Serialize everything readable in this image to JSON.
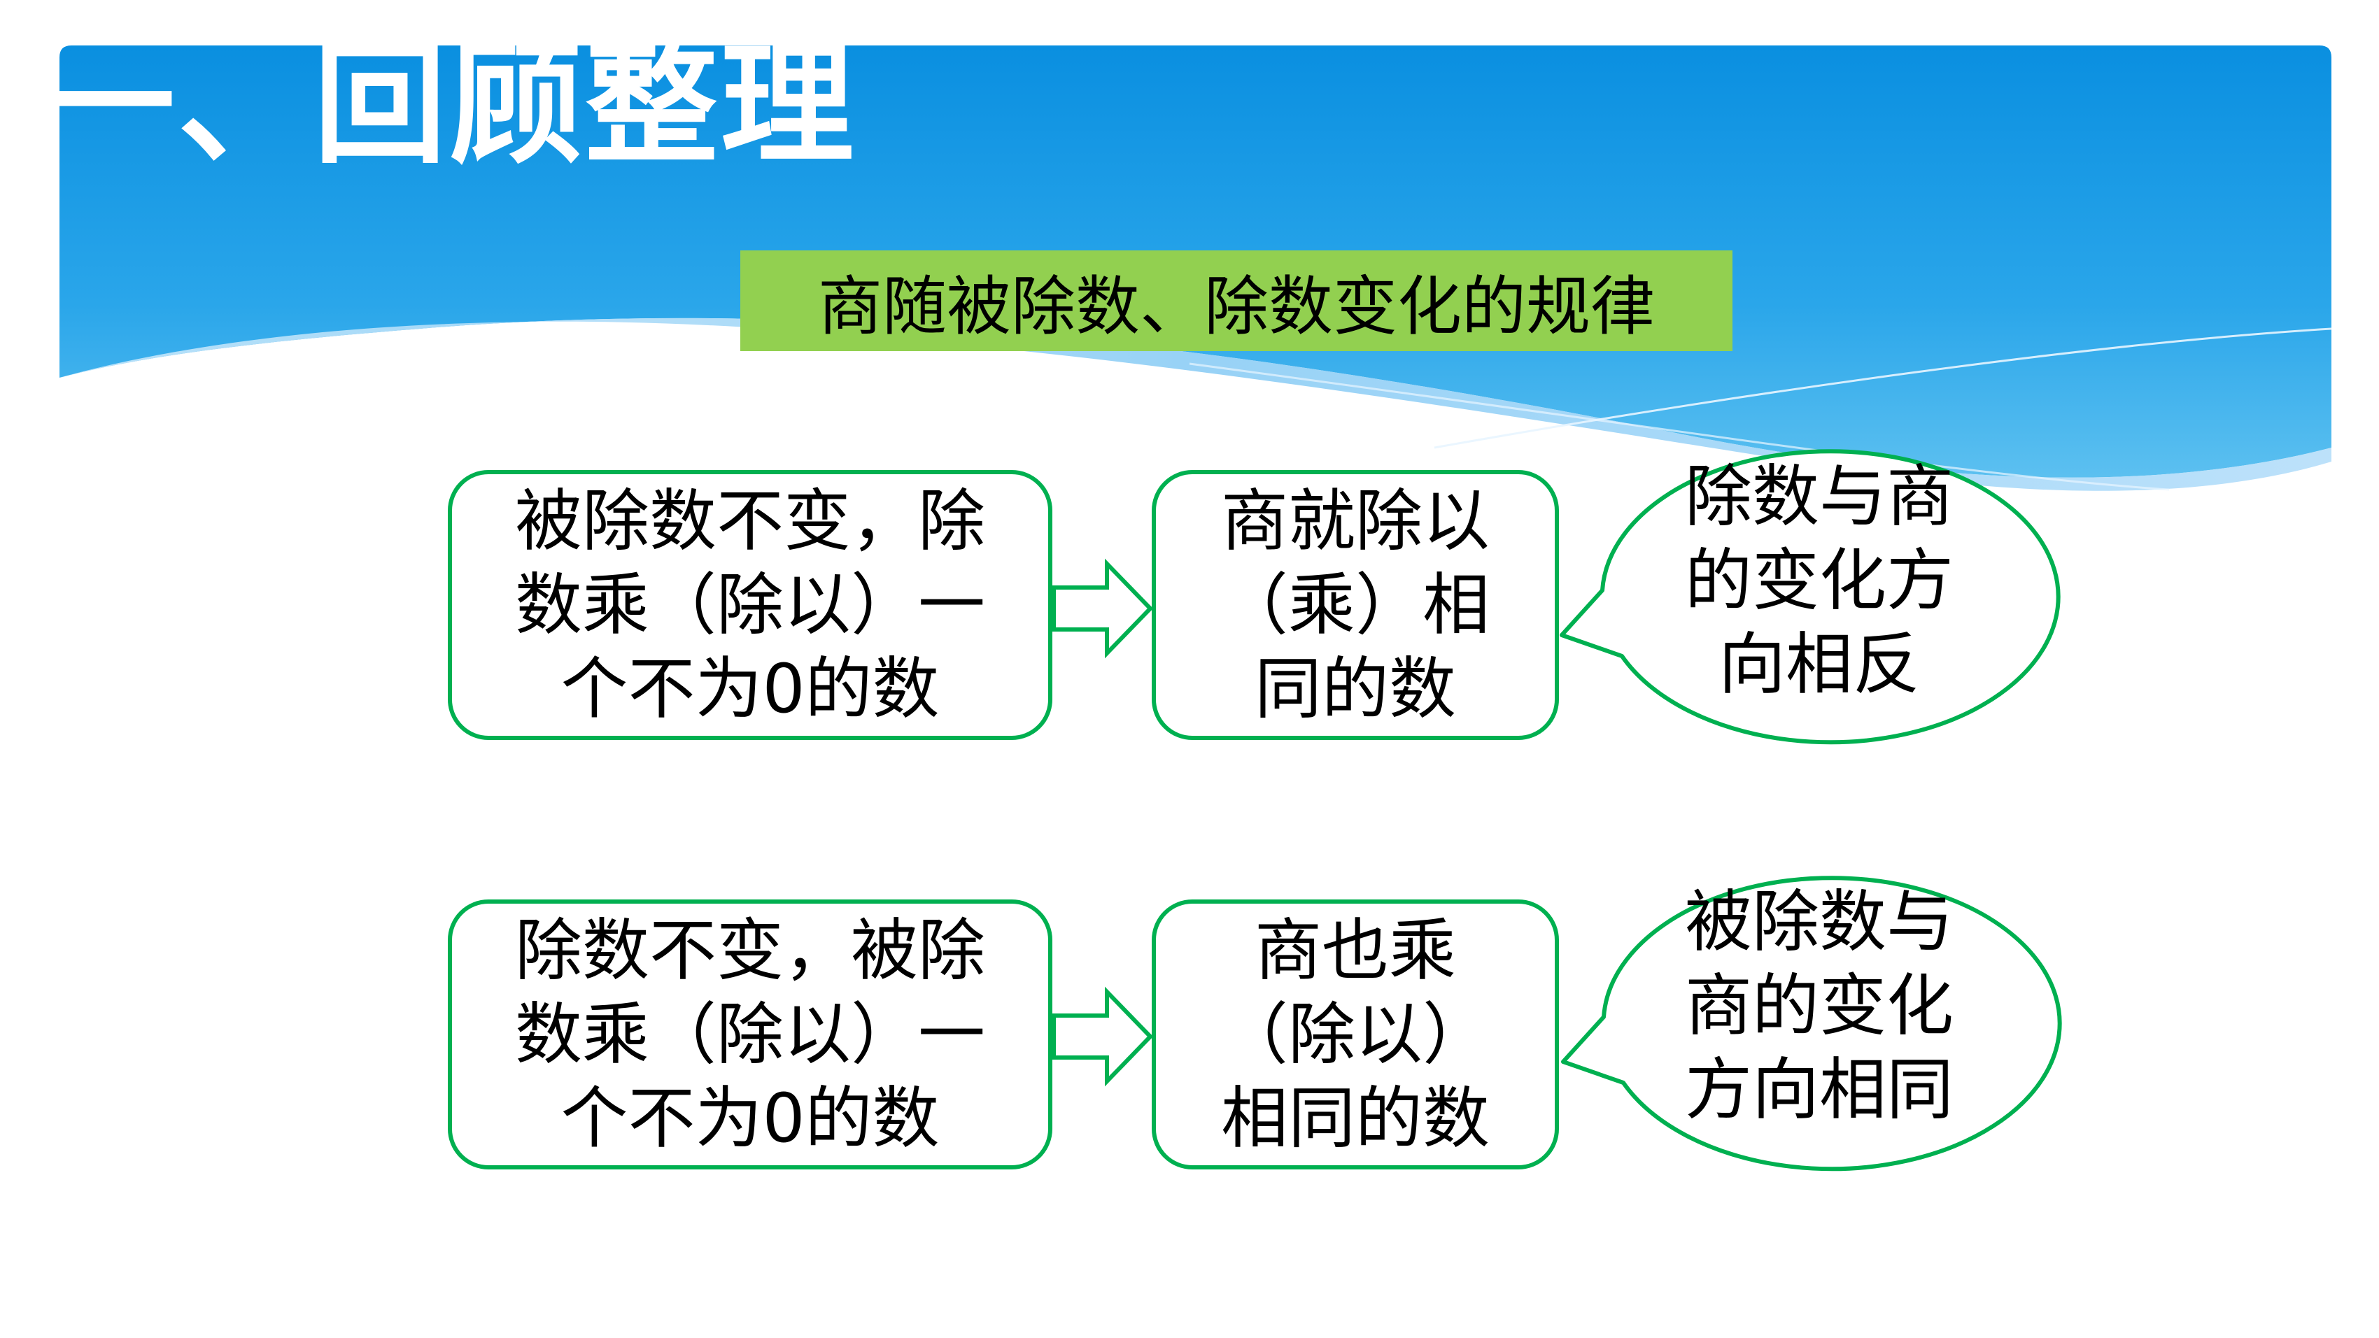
{
  "slide": {
    "title": "一、回顾整理",
    "subtitle": "商随被除数、除数变化的规律"
  },
  "rows": [
    {
      "condition_lines": [
        "被除数不变，除",
        "数乘（除以）一",
        "个不为0的数"
      ],
      "result_lines": [
        "商就除以",
        "（乘）相",
        "同的数"
      ],
      "note_lines": [
        "除数与商",
        "的变化方",
        "向相反"
      ]
    },
    {
      "condition_lines": [
        "除数不变，被除",
        "数乘（除以）一",
        "个不为0的数"
      ],
      "result_lines": [
        "商也乘",
        "（除以）",
        "相同的数"
      ],
      "note_lines": [
        "被除数与",
        "商的变化",
        "方向相同"
      ]
    }
  ],
  "colors": {
    "banner_top": "#0a8fe0",
    "banner_bottom": "#5cc0f0",
    "subtitle_bg": "#92d050",
    "border_green": "#00b050"
  },
  "icons": {
    "arrow": "hollow-right-arrow-icon",
    "callout": "oval-speech-bubble-icon"
  }
}
